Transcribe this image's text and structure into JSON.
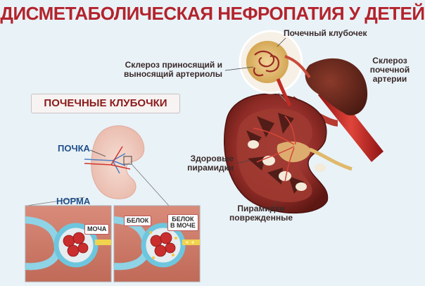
{
  "title": "ДИСМЕТАБОЛИЧЕСКАЯ НЕФРОПАТИЯ У ДЕТЕЙ",
  "section_label": "ПОЧЕЧНЫЕ КЛУБОЧКИ",
  "labels": {
    "kidney": "ПОЧКА",
    "norm": "НОРМА",
    "glomerulus": "Почечный клубочек",
    "arteriole_sclerosis_1": "Склероз приносящий и",
    "arteriole_sclerosis_2": "выносящий артериолы",
    "artery_sclerosis_1": "Склероз",
    "artery_sclerosis_2": "почечной",
    "artery_sclerosis_3": "артерии",
    "healthy_pyramids_1": "Здоровые",
    "healthy_pyramids_2": "пирамидки",
    "damaged_pyramids_1": "Пирамидки",
    "damaged_pyramids_2": "поврежденные"
  },
  "tags": {
    "urine": "МОЧА",
    "protein": "БЕЛОК",
    "protein_in_urine_1": "БЕЛОК",
    "protein_in_urine_2": "В МОЧЕ"
  }
}
